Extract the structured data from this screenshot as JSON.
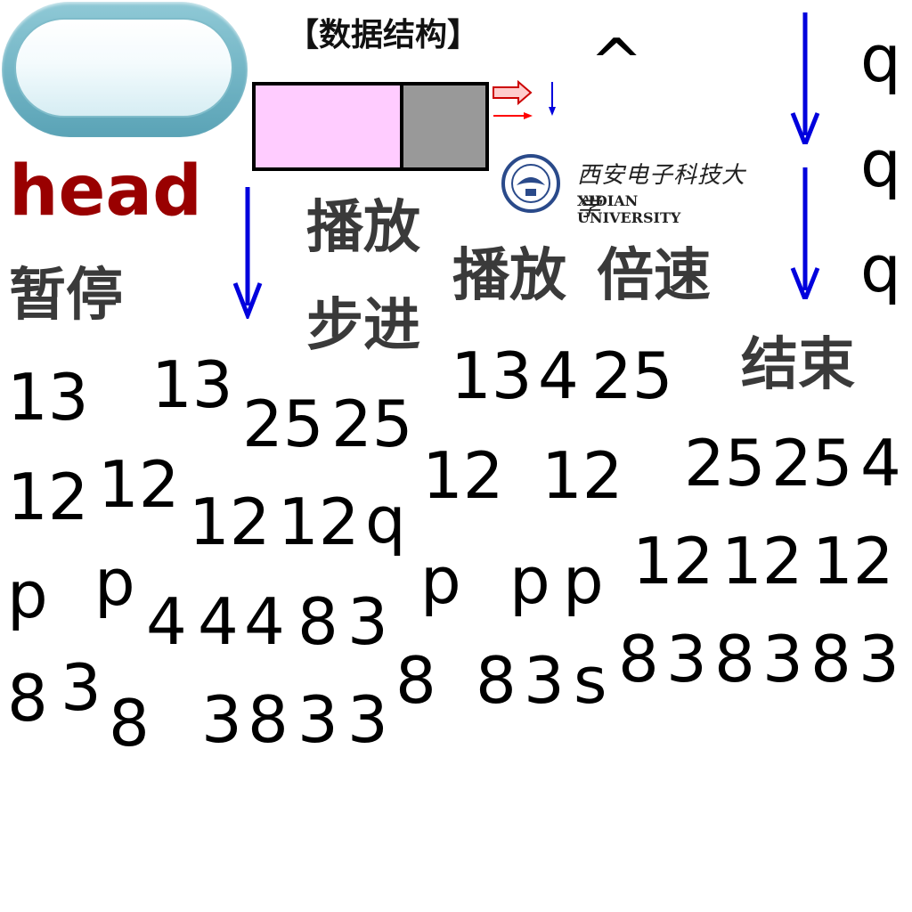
{
  "title": "【数据结构】",
  "head_label": "head",
  "caret": "^",
  "buttons": {
    "pause": "暂停",
    "play": "播放",
    "step": "步进",
    "play2": "播放",
    "speed": "倍速",
    "end": "结束"
  },
  "logo": {
    "cn": "西安电子科技大学",
    "en": "XIDIAN UNIVERSITY"
  },
  "q_letters": [
    "q",
    "q",
    "q"
  ],
  "numbers": [
    "13",
    "13",
    "25",
    "25",
    "13",
    "4",
    "25",
    "12",
    "12",
    "12",
    "12",
    "q",
    "12",
    "12",
    "25",
    "25",
    "4",
    "p",
    "p",
    "4",
    "4",
    "4",
    "8",
    "3",
    "p",
    "p",
    "p",
    "12",
    "12",
    "12",
    "8",
    "3",
    "8",
    "3",
    "8",
    "3",
    "3",
    "8",
    "8",
    "3",
    "s",
    "8",
    "3",
    "8",
    "3",
    "8",
    "3"
  ],
  "colors": {
    "head": "#990000",
    "arrow_blue": "#0000dd",
    "arrow_red": "#ff0000",
    "node_data": "#ffccff",
    "node_ptr": "#999999",
    "button_frame": "#5aa3b6"
  }
}
